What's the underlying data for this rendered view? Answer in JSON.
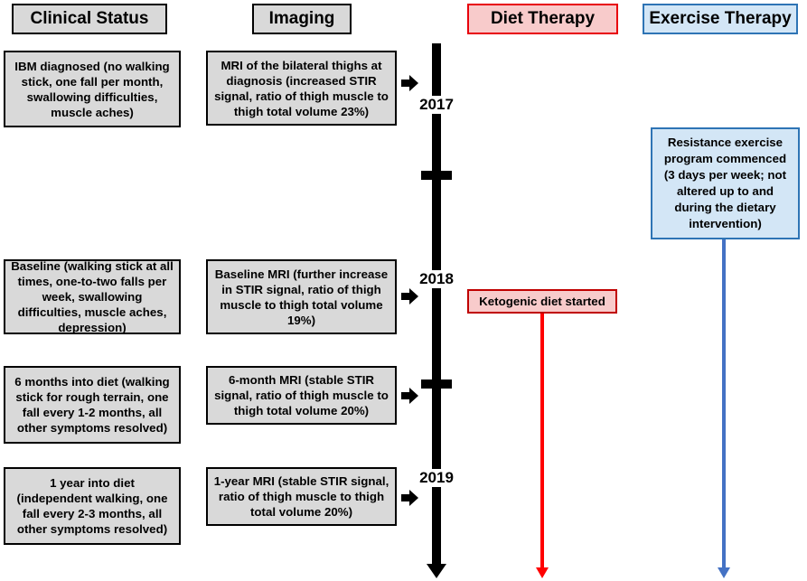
{
  "headers": {
    "clinical": "Clinical Status",
    "imaging": "Imaging",
    "diet": "Diet Therapy",
    "exercise": "Exercise Therapy"
  },
  "clinical": [
    "IBM diagnosed (no walking stick, one fall per month, swallowing difficulties, muscle aches)",
    "Baseline (walking stick at all times, one-to-two falls per week, swallowing difficulties, muscle aches, depression)",
    "6 months into diet (walking stick for rough terrain, one fall every 1-2 months, all other symptoms resolved)",
    "1 year into diet (independent walking, one fall every 2-3 months, all other symptoms resolved)"
  ],
  "imaging": [
    "MRI of the bilateral thighs at diagnosis (increased STIR signal, ratio of thigh muscle to thigh total volume 23%)",
    "Baseline MRI (further increase in STIR signal, ratio of thigh muscle to thigh total volume 19%)",
    "6-month MRI (stable STIR signal, ratio of thigh muscle to thigh total volume 20%)",
    "1-year MRI (stable STIR signal, ratio of thigh muscle to thigh total volume 20%)"
  ],
  "timeline": {
    "years": [
      "2017",
      "2018",
      "2019"
    ]
  },
  "diet": {
    "event": "Ketogenic diet started"
  },
  "exercise": {
    "event": "Resistance exercise program commenced (3 days per week; not altered up to and during the dietary intervention)"
  },
  "colors": {
    "box_gray": "#d9d9d9",
    "diet_red": "#e8000b",
    "diet_fill": "#f8cbcb",
    "exercise_blue": "#4472c4",
    "exercise_fill": "#d3e6f6",
    "timeline": "#000000"
  }
}
